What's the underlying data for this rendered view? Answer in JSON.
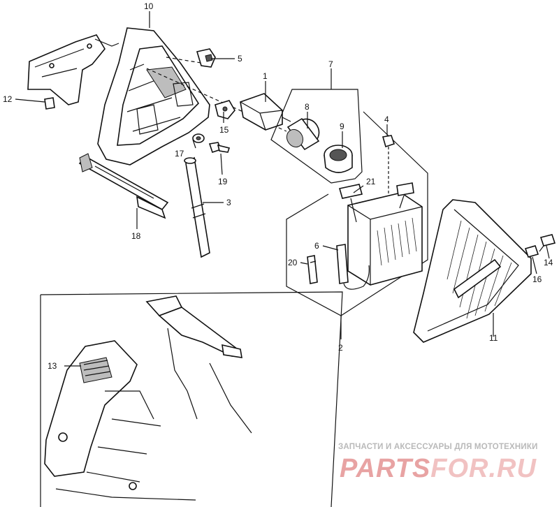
{
  "labels": {
    "l1": "1",
    "l2": "2",
    "l3": "3",
    "l4": "4",
    "l5": "5",
    "l6": "6",
    "l7": "7",
    "l8": "8",
    "l9": "9",
    "l10": "10",
    "l11": "11",
    "l12": "12",
    "l13": "13",
    "l14": "14",
    "l15": "15",
    "l16": "16",
    "l17": "17",
    "l18": "18",
    "l19": "19",
    "l20": "20",
    "l21": "21"
  },
  "watermark": {
    "tagline": "ЗАПЧАСТИ И АКСЕССУАРЫ ДЛЯ МОТОТЕХНИКИ",
    "logo_part1": "PARTS",
    "logo_part2": "FOR.RU"
  }
}
